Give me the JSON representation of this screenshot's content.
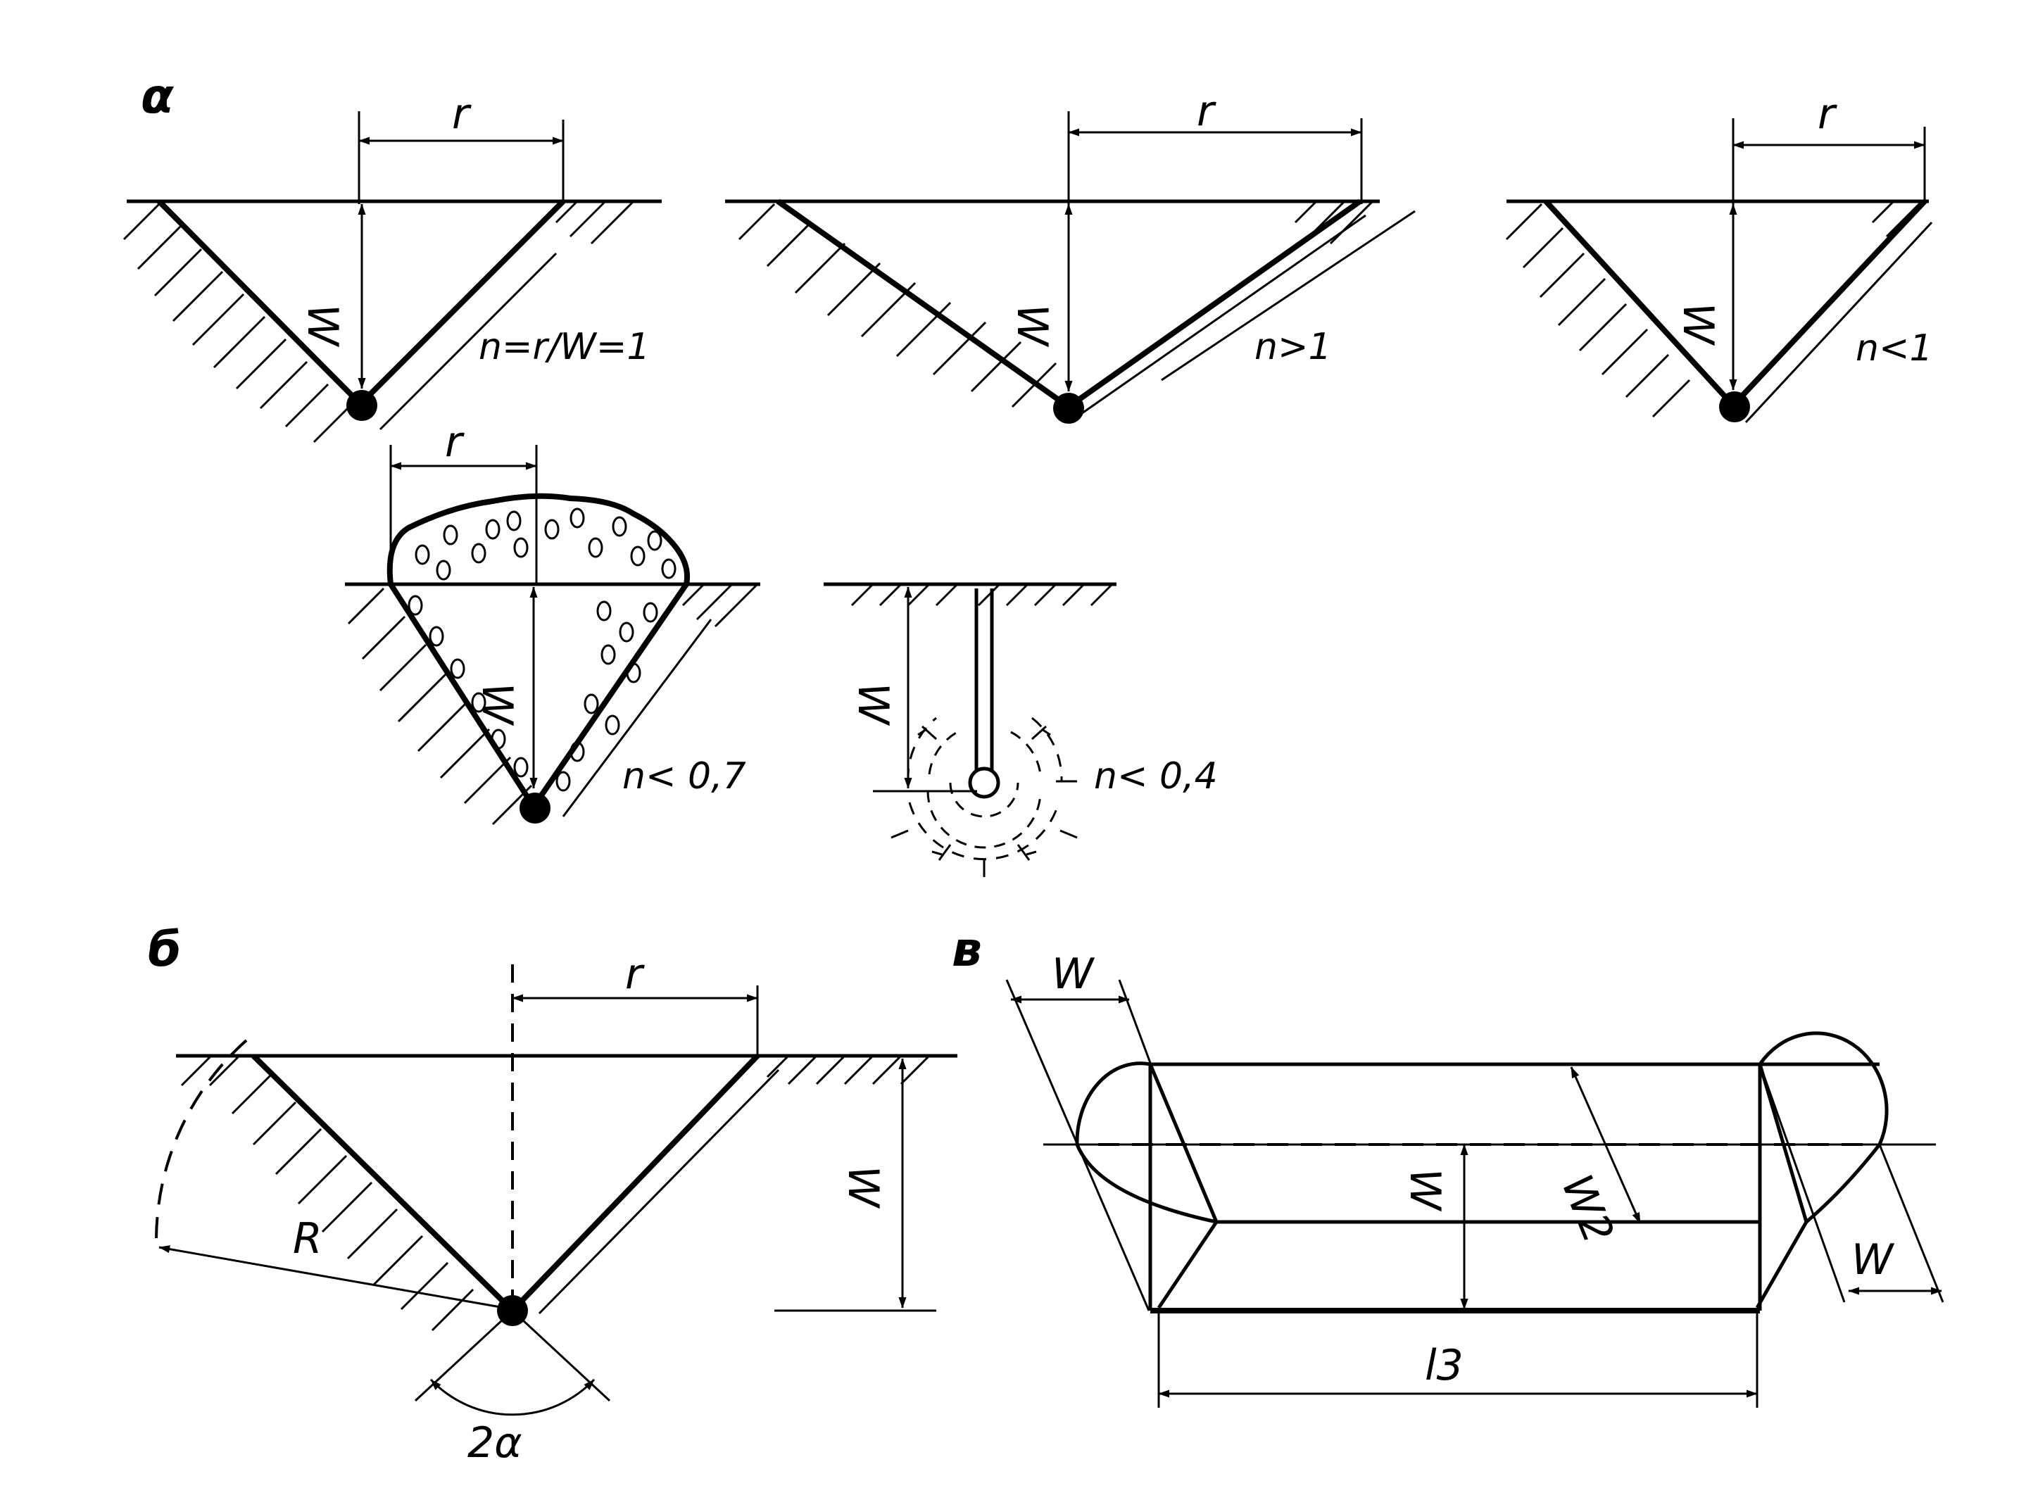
{
  "panels": {
    "a": "α",
    "b": "б",
    "v": "в"
  },
  "labels": {
    "r": "r",
    "W": "W",
    "R": "R",
    "two_alpha": "2α",
    "W2": "W2",
    "l3": "l3"
  },
  "conditions": {
    "n_eq_1": "n=r/W=1",
    "n_gt_1": "n>1",
    "n_lt_1": "n<1",
    "n_lt_07": "n< 0,7",
    "n_lt_04": "n< 0,4"
  }
}
